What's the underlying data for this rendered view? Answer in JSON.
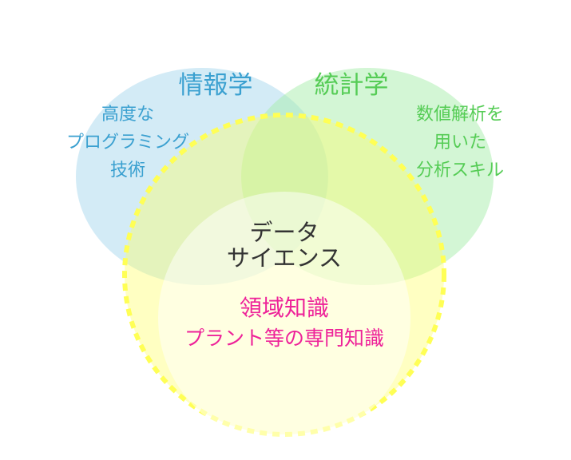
{
  "circles": {
    "info": {
      "title": "情報学",
      "desc": [
        "高度な",
        "プログラミング",
        "技術"
      ],
      "color": "#3aa0d0"
    },
    "stats": {
      "title": "統計学",
      "desc": [
        "数値解析を",
        "用いた",
        "分析スキル"
      ],
      "color": "#55cc55"
    },
    "domain": {
      "title": "領域知識",
      "desc": "プラント等の専門知識",
      "color": "#ee2299"
    }
  },
  "center": {
    "lines": [
      "データ",
      "サイエンス"
    ]
  }
}
